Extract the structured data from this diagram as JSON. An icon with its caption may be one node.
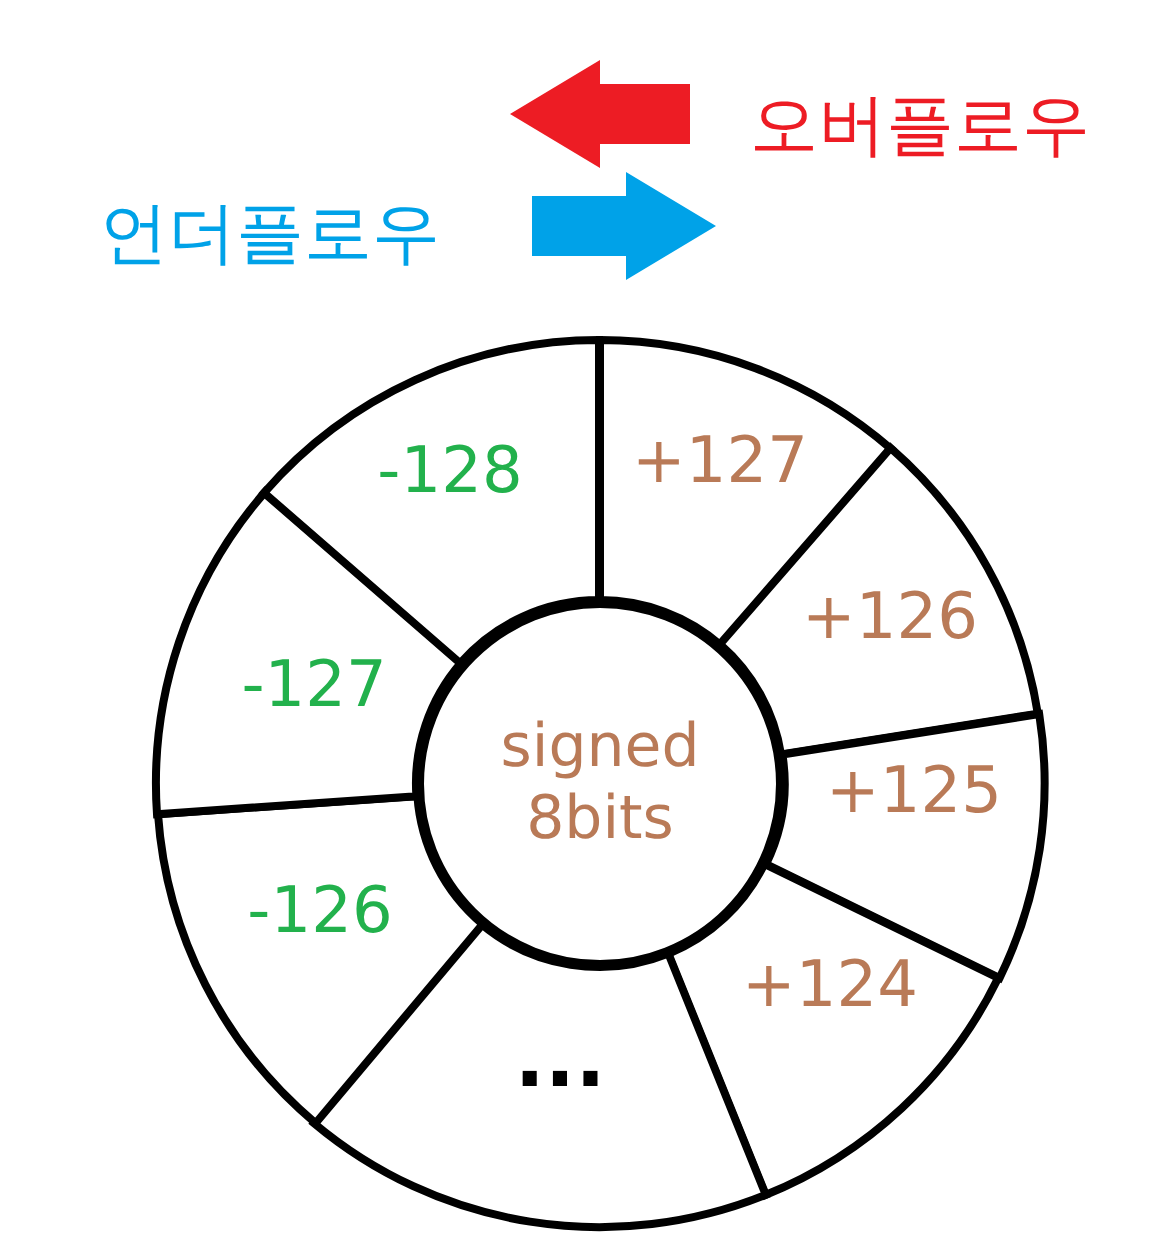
{
  "diagram": {
    "nodes": [
      {
        "text": [
          "+127"
        ]
      },
      {
        "text": [
          "+126"
        ]
      },
      {
        "text": [
          "+125"
        ]
      },
      {
        "text": [
          "+124"
        ]
      },
      {
        "text": [
          "..."
        ]
      },
      {
        "text": [
          "-126"
        ]
      },
      {
        "text": [
          "-127"
        ]
      },
      {
        "text": [
          "-128"
        ]
      },
      {
        "text": [
          "signed 8bits"
        ]
      }
    ],
    "edges": [],
    "labels": [
      "오버플로우",
      "언더플로우"
    ]
  }
}
